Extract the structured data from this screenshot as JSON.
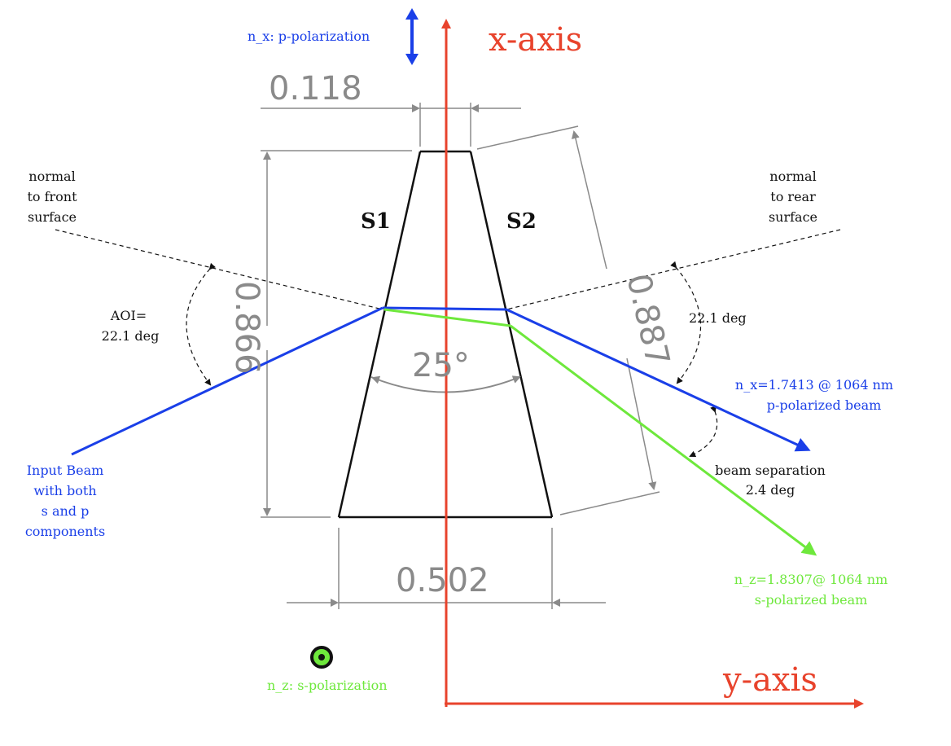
{
  "labels": {
    "x_axis": "x-axis",
    "y_axis": "y-axis",
    "nx_polarization": "n_x: p-polarization",
    "nz_polarization": "n_z: s-polarization",
    "dim_top": "0.118",
    "dim_bottom": "0.502",
    "dim_height": "0.866",
    "dim_side": "0.887",
    "apex_angle": "25°",
    "surface_1": "S1",
    "surface_2": "S2",
    "normal_front": [
      "normal",
      "to front",
      "surface"
    ],
    "normal_rear": [
      "normal",
      "to rear",
      "surface"
    ],
    "aoi": [
      "AOI=",
      "22.1 deg"
    ],
    "rear_angle": "22.1 deg",
    "input_beam": [
      "Input Beam",
      "with both",
      "s and p",
      "components"
    ],
    "p_beam": [
      "n_x=1.7413 @ 1064 nm",
      "p-polarized beam"
    ],
    "s_beam": [
      "n_z=1.8307@ 1064 nm",
      "s-polarized beam"
    ],
    "separation": [
      "beam separation",
      "2.4 deg"
    ]
  },
  "colors": {
    "axis": "#e8432c",
    "p_beam": "#1a3fe8",
    "s_beam": "#6ee83c",
    "dimension": "#8a8a8a",
    "outline": "#111111",
    "text": "#111111"
  }
}
